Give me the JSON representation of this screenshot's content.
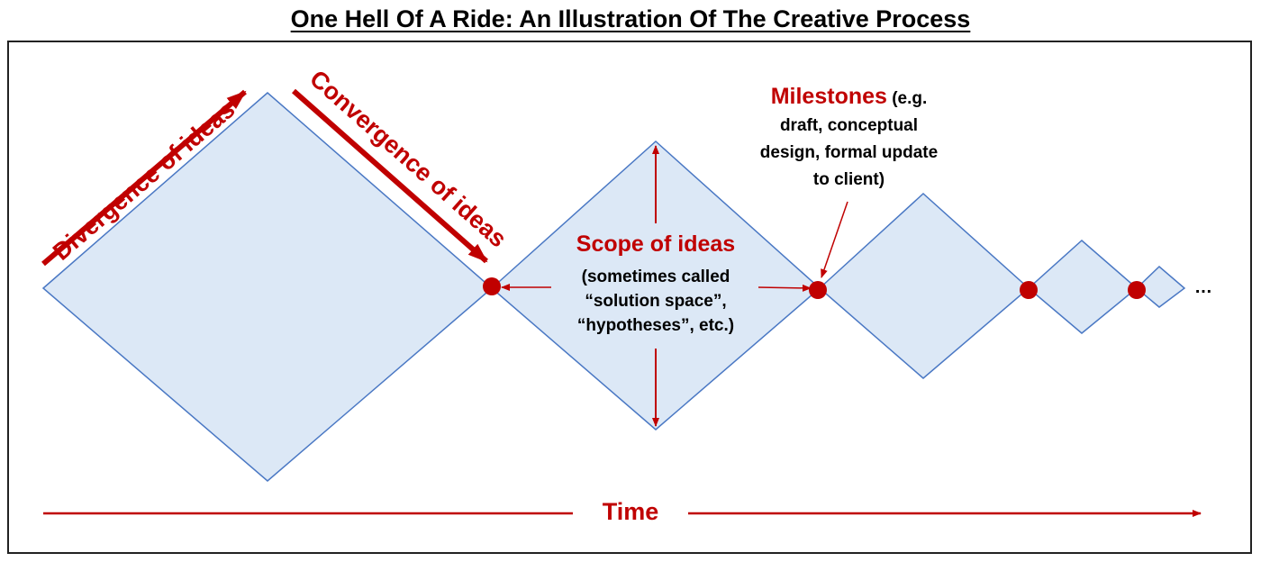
{
  "title": "One Hell Of A Ride: An Illustration Of The Creative Process",
  "labels": {
    "divergence": "Divergence of ideas",
    "convergence": "Convergence of ideas",
    "scope_title": "Scope of ideas",
    "scope_line1": "(sometimes called",
    "scope_line2": "“solution space”,",
    "scope_line3": "“hypotheses”, etc.)",
    "milestones_title": "Milestones",
    "milestones_line1": " (e.g.",
    "milestones_line2": "draft, conceptual",
    "milestones_line3": "design, formal update",
    "milestones_line4": "to client)",
    "time": "Time",
    "ellipsis": "…"
  },
  "colors": {
    "accent_red": "#c00000",
    "diamond_fill": "#dce8f6",
    "diamond_stroke": "#4a78c4",
    "milestone_dot": "#c00000"
  }
}
